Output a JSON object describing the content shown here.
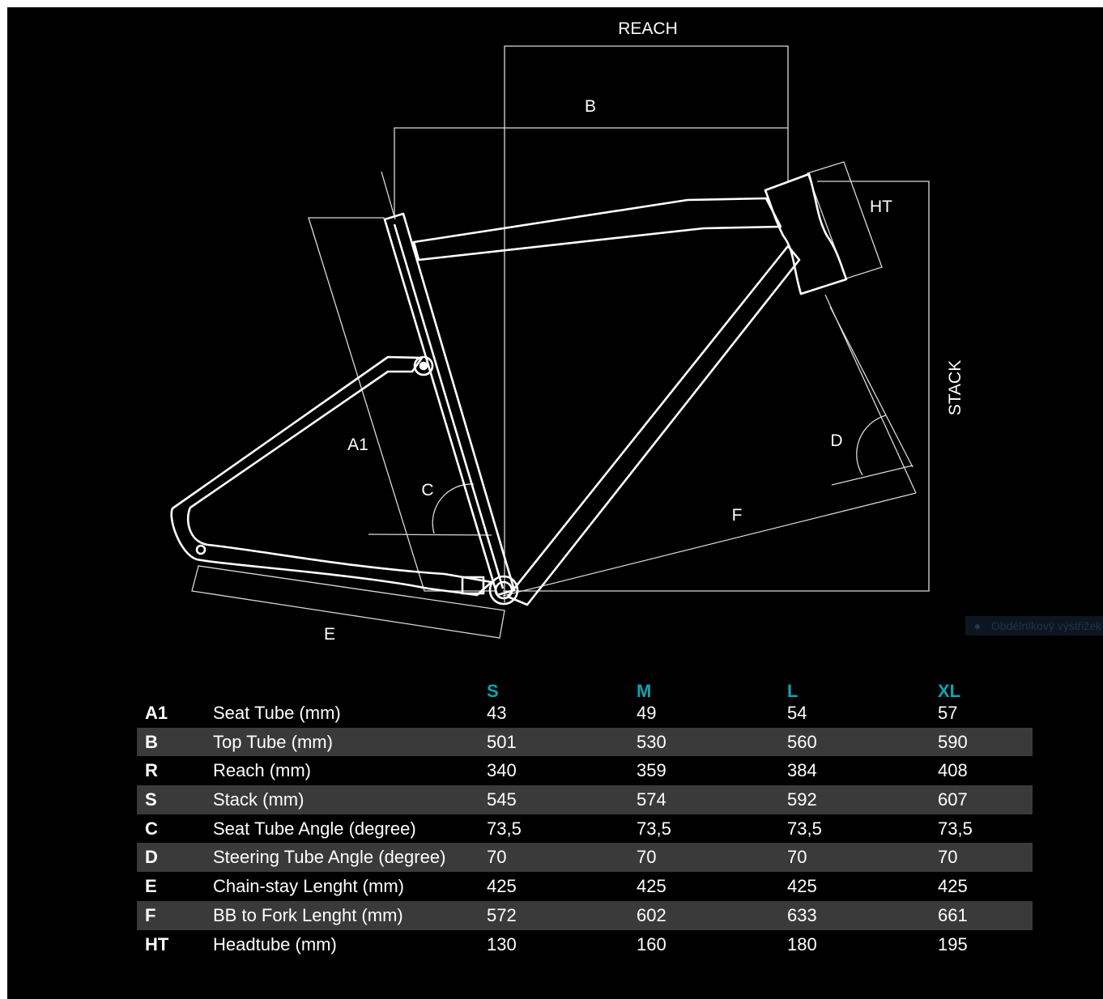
{
  "diagram": {
    "labels": {
      "reach": "REACH",
      "b": "B",
      "ht": "HT",
      "stack": "STACK",
      "a1": "A1",
      "c": "C",
      "d": "D",
      "f": "F",
      "e": "E"
    },
    "line_color": "#ffffff"
  },
  "tooltip": {
    "text": "Obdélníkový výstřižek"
  },
  "table": {
    "header_color": "#0fa3b1",
    "shade_color": "#3a3a3a",
    "columns": [
      "S",
      "M",
      "L",
      "XL"
    ],
    "rows": [
      {
        "code": "A1",
        "name": "Seat Tube (mm)",
        "values": [
          "43",
          "49",
          "54",
          "57"
        ]
      },
      {
        "code": "B",
        "name": "Top Tube (mm)",
        "values": [
          "501",
          "530",
          "560",
          "590"
        ]
      },
      {
        "code": "R",
        "name": "Reach (mm)",
        "values": [
          "340",
          "359",
          "384",
          "408"
        ]
      },
      {
        "code": "S",
        "name": "Stack (mm)",
        "values": [
          "545",
          "574",
          "592",
          "607"
        ]
      },
      {
        "code": "C",
        "name": "Seat Tube Angle (degree)",
        "values": [
          "73,5",
          "73,5",
          "73,5",
          "73,5"
        ]
      },
      {
        "code": "D",
        "name": "Steering Tube Angle (degree)",
        "values": [
          "70",
          "70",
          "70",
          "70"
        ]
      },
      {
        "code": "E",
        "name": "Chain-stay Lenght (mm)",
        "values": [
          "425",
          "425",
          "425",
          "425"
        ]
      },
      {
        "code": "F",
        "name": "BB to Fork Lenght (mm)",
        "values": [
          "572",
          "602",
          "633",
          "661"
        ]
      },
      {
        "code": "HT",
        "name": "Headtube (mm)",
        "values": [
          "130",
          "160",
          "180",
          "195"
        ]
      }
    ]
  }
}
